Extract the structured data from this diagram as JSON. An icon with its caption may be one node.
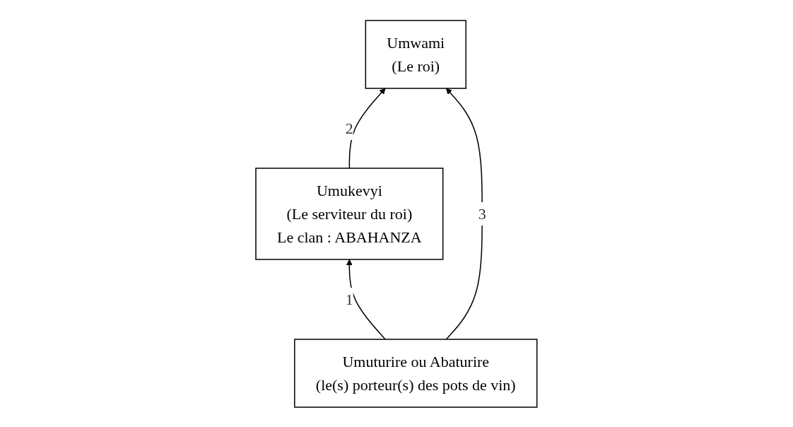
{
  "diagram": {
    "nodes": [
      {
        "text": [
          "Umwami",
          "(Le roi)"
        ]
      },
      {
        "text": [
          "Umuturire ou Abaturire",
          "(le(s) porteur(s) des pots de vin)"
        ]
      },
      {
        "text": [
          "Umukevyi",
          "(Le serviteur du roi)",
          "Le clan : ABAHANZA"
        ]
      }
    ],
    "edges": [
      {
        "from": 1,
        "to": 2,
        "arrow": "to",
        "label": "1"
      },
      {
        "from": 2,
        "to": 0,
        "arrow": "to",
        "label": "2"
      },
      {
        "from": 1,
        "to": 0,
        "arrow": "to",
        "label": "3"
      }
    ]
  }
}
